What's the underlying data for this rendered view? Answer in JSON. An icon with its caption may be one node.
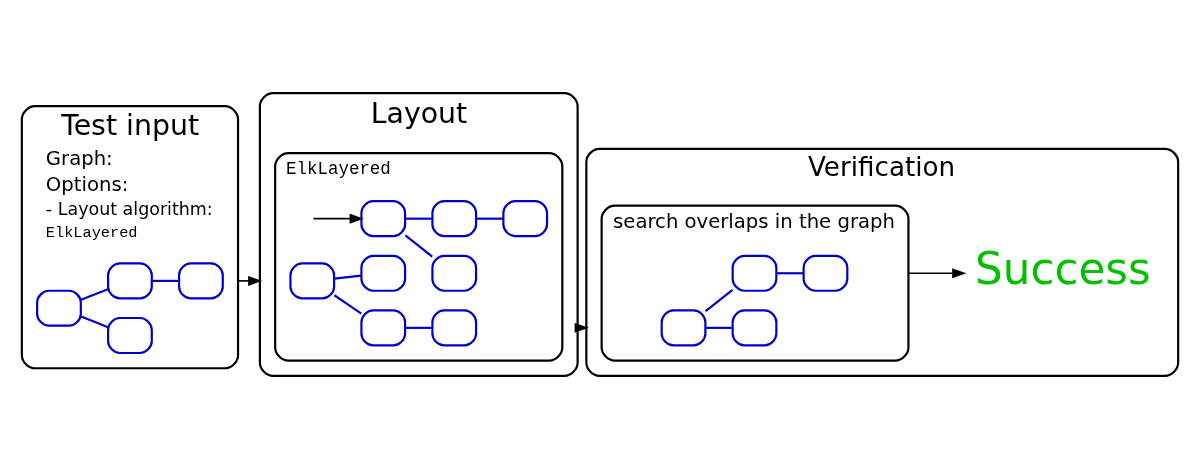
{
  "diagram": {
    "nodes": [
      {
        "text": [
          "Test input",
          "Graph:",
          "Options:",
          "- Layout algorithm:",
          "ElkLayered"
        ]
      },
      {
        "text": [],
        "shape": "box",
        "in": 0
      },
      {
        "text": [],
        "shape": "box",
        "in": 0
      },
      {
        "text": [],
        "shape": "box",
        "in": 0
      },
      {
        "text": [],
        "shape": "box",
        "in": 0
      },
      {
        "text": [
          "Layout"
        ]
      },
      {
        "text": [
          "ElkLayered"
        ],
        "in": 5
      },
      {
        "text": [],
        "shape": "box",
        "in": 6
      },
      {
        "text": [],
        "shape": "box",
        "in": 6
      },
      {
        "text": [],
        "shape": "box",
        "in": 6
      },
      {
        "text": [],
        "shape": "box",
        "in": 6
      },
      {
        "text": [],
        "shape": "box",
        "in": 6
      },
      {
        "text": [],
        "shape": "box",
        "in": 6
      },
      {
        "text": [],
        "shape": "box",
        "in": 6
      },
      {
        "text": [],
        "shape": "box",
        "in": 6
      },
      {
        "text": [
          "Verification"
        ]
      },
      {
        "text": [
          "search overlaps in the graph"
        ],
        "in": 15
      },
      {
        "text": [],
        "shape": "box",
        "in": 16
      },
      {
        "text": [],
        "shape": "box",
        "in": 16
      },
      {
        "text": [],
        "shape": "box",
        "in": 16
      },
      {
        "text": [],
        "shape": "box",
        "in": 16
      },
      {
        "text": [
          "Success"
        ],
        "in": 15
      }
    ],
    "edges": [
      {
        "from": 0,
        "to": 5,
        "arrow": "to",
        "color": "#000000"
      },
      {
        "from": 5,
        "to": 15,
        "arrow": "to",
        "color": "#000000"
      },
      {
        "from": 1,
        "to": 2,
        "arrow": "none"
      },
      {
        "from": 1,
        "to": 4,
        "arrow": "none"
      },
      {
        "from": 4,
        "to": 3,
        "arrow": "none"
      },
      {
        "from": 7,
        "to": 8,
        "arrow": "none"
      },
      {
        "from": 7,
        "to": 10,
        "arrow": "none"
      },
      {
        "from": 10,
        "to": 9,
        "arrow": "none"
      },
      {
        "from": null,
        "to": 11,
        "arrow": "to",
        "color": "#000000"
      },
      {
        "from": 11,
        "to": 12,
        "arrow": "none"
      },
      {
        "from": 11,
        "to": 13,
        "arrow": "none"
      },
      {
        "from": 13,
        "to": 14,
        "arrow": "none"
      },
      {
        "from": 17,
        "to": 18,
        "arrow": "none"
      },
      {
        "from": 17,
        "to": 19,
        "arrow": "none"
      },
      {
        "from": 19,
        "to": 20,
        "arrow": "none"
      },
      {
        "from": 16,
        "to": 21,
        "arrow": "to",
        "color": "#000000"
      }
    ]
  }
}
